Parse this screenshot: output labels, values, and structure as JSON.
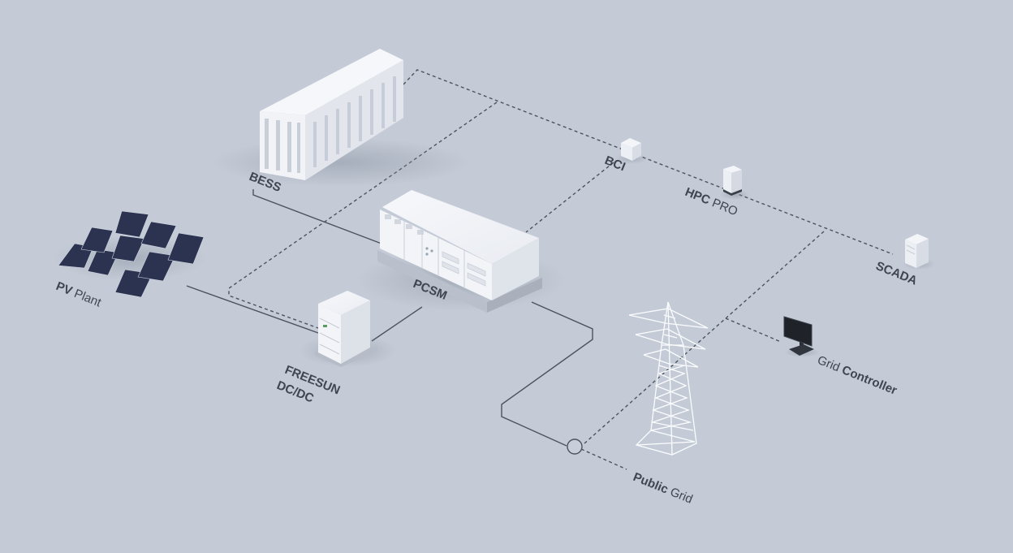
{
  "labels": {
    "bess": "BESS",
    "pv_word1": "PV",
    "pv_word2": "Plant",
    "pcsm": "PCSM",
    "freesun_line1": "FREESUN",
    "freesun_line2": "DC/DC",
    "bci": "BCI",
    "hpc_word1": "HPC",
    "hpc_word2": "PRO",
    "scada": "SCADA",
    "grid_ctrl_word1": "Grid",
    "grid_ctrl_word2": "Controller",
    "public_grid_word1": "Public",
    "public_grid_word2": "Grid"
  },
  "colors": {
    "background": "#c4cbd6",
    "line": "#4d535d",
    "equipment": "#eef1f6",
    "solar_panel": "#2b3350",
    "label": "#3f4652"
  },
  "icons": [
    "bess-container-icon",
    "solar-panel-icon",
    "pcsm-cabinet-icon",
    "freesun-dcdc-icon",
    "bci-box-icon",
    "hpc-pro-icon",
    "scada-server-icon",
    "monitor-icon",
    "transmission-tower-icon",
    "grid-node-icon"
  ]
}
